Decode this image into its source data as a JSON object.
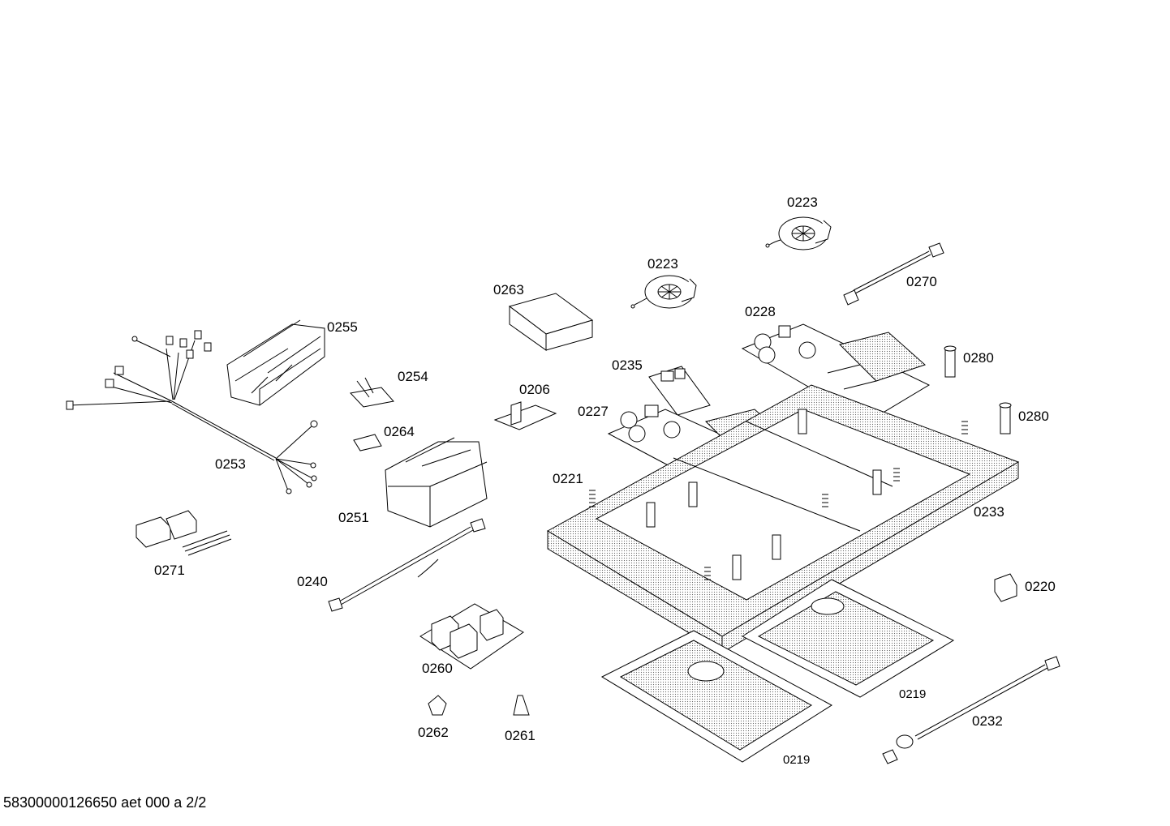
{
  "footer": "58300000126650 aet 000 a 2/2",
  "labels": {
    "p0223a": "0223",
    "p0223b": "0223",
    "p0270": "0270",
    "p0263": "0263",
    "p0228": "0228",
    "p0280a": "0280",
    "p0280b": "0280",
    "p0255": "0255",
    "p0254": "0254",
    "p0235": "0235",
    "p0206": "0206",
    "p0227": "0227",
    "p0264": "0264",
    "p0253": "0253",
    "p0221": "0221",
    "p0233": "0233",
    "p0251": "0251",
    "p0271": "0271",
    "p0240": "0240",
    "p0220": "0220",
    "p0260": "0260",
    "p0219a": "0219",
    "p0219b": "0219",
    "p0232": "0232",
    "p0262": "0262",
    "p0261": "0261"
  }
}
